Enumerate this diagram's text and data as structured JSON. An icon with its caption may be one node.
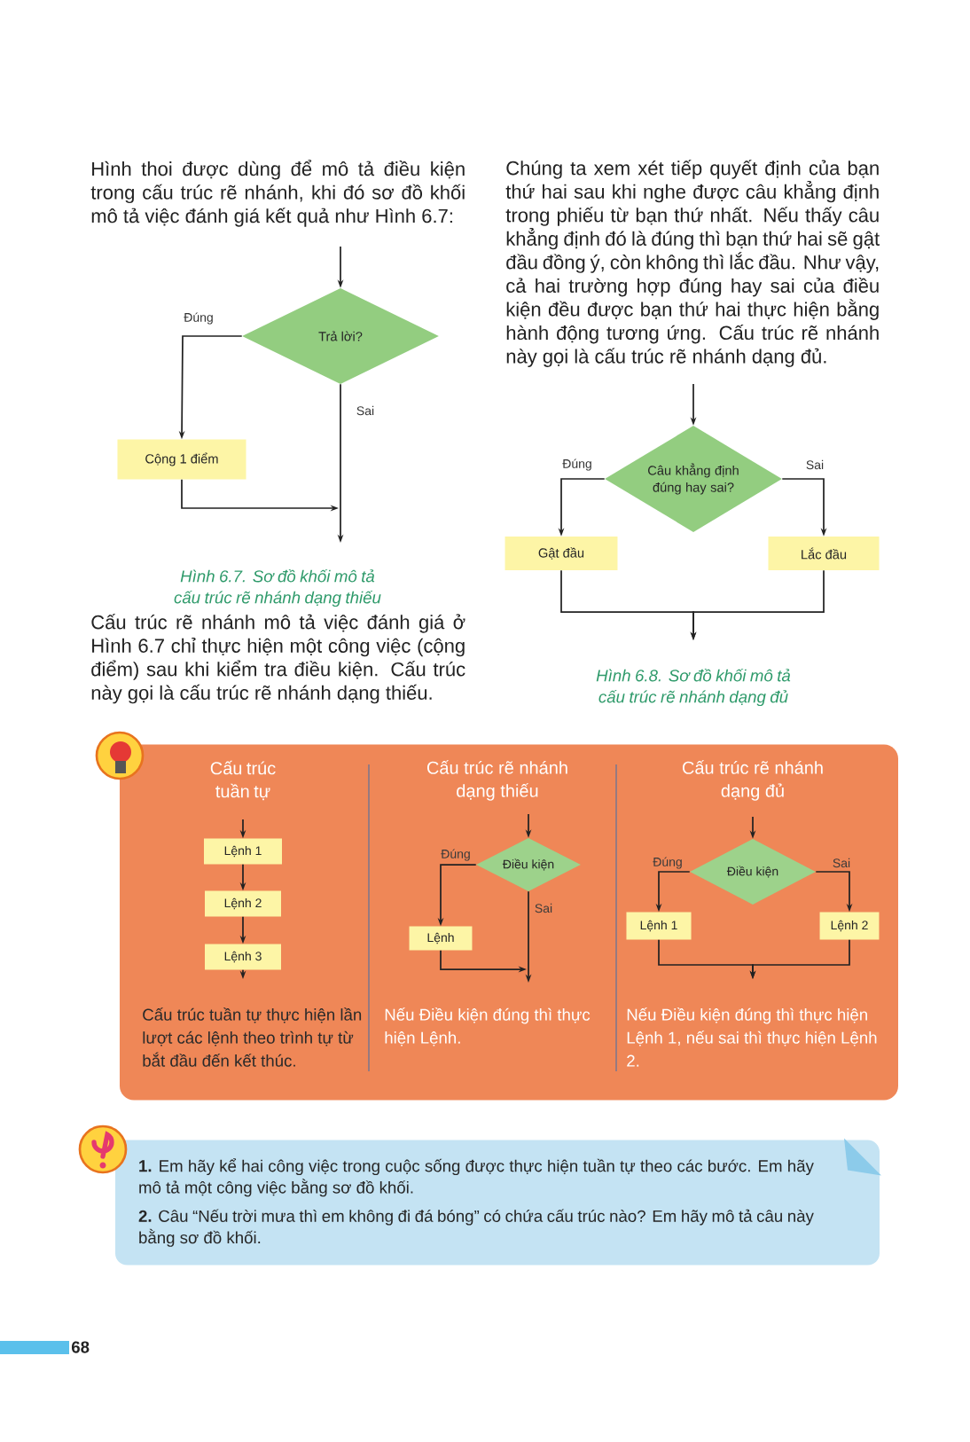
{
  "diagram": {
    "nodes": [
      {
        "text": [
          "Trả lời?"
        ]
      },
      {
        "text": [
          "Cộng 1 điểm"
        ]
      },
      {
        "text": [
          "Câu khẳng định đúng hay sai?"
        ]
      },
      {
        "text": [
          "Gật đầu"
        ]
      },
      {
        "text": [
          "Lắc đầu"
        ]
      },
      {
        "text": [],
        "shape": "box"
      },
      {
        "text": [
          "Lệnh 1"
        ],
        "in": 5
      },
      {
        "text": [
          "Lệnh 2"
        ],
        "in": 5
      },
      {
        "text": [
          "Lệnh 3"
        ],
        "in": 5
      },
      {
        "text": [
          "Điều kiện"
        ],
        "in": 5
      },
      {
        "text": [
          "Lệnh"
        ],
        "in": 5
      },
      {
        "text": [
          "Điều kiện"
        ],
        "in": 5
      },
      {
        "text": [
          "Lệnh 1"
        ],
        "in": 5
      },
      {
        "text": [
          "Lệnh 2"
        ],
        "in": 5
      },
      {
        "text": [
          "**1.** Em hãy kể hai công việc trong cuộc sống được thực hiện tuần tự theo các bước. Em hãy mô tả một công việc bằng sơ đồ khối.",
          "**2.** Câu “Nếu trời mưa thì em không đi đá bóng” có chứa cấu trúc nào? Em hãy mô tả câu này bằng sơ đồ khối."
        ]
      }
    ],
    "edges": [
      {
        "from": null,
        "to": 0,
        "arrow": "to"
      },
      {
        "from": 0,
        "to": 1,
        "arrow": "to",
        "label": "Đúng"
      },
      {
        "from": 0,
        "to": null,
        "arrow": "to",
        "label": "Sai"
      },
      {
        "from": 1,
        "to": null,
        "arrow": "to"
      },
      {
        "from": null,
        "to": 2,
        "arrow": "to"
      },
      {
        "from": 2,
        "to": 3,
        "arrow": "to",
        "label": "Đúng"
      },
      {
        "from": 2,
        "to": 4,
        "arrow": "to",
        "label": "Sai"
      },
      {
        "from": 3,
        "to": null,
        "arrow": "to"
      },
      {
        "from": 4,
        "to": null,
        "arrow": "to"
      },
      {
        "from": null,
        "to": 6,
        "arrow": "to"
      },
      {
        "from": 6,
        "to": 7,
        "arrow": "to"
      },
      {
        "from": 7,
        "to": 8,
        "arrow": "to"
      },
      {
        "from": 8,
        "to": null,
        "arrow": "to"
      },
      {
        "from": null,
        "to": 9,
        "arrow": "to"
      },
      {
        "from": 9,
        "to": 10,
        "arrow": "to",
        "label": "Đúng"
      },
      {
        "from": 9,
        "to": null,
        "arrow": "to",
        "label": "Sai"
      },
      {
        "from": 10,
        "to": null,
        "arrow": "to"
      },
      {
        "from": null,
        "to": 11,
        "arrow": "to"
      },
      {
        "from": 11,
        "to": 12,
        "arrow": "to",
        "label": "Đúng"
      },
      {
        "from": 11,
        "to": 13,
        "arrow": "to",
        "label": "Sai"
      },
      {
        "from": 12,
        "to": null,
        "arrow": "to"
      },
      {
        "from": 13,
        "to": null,
        "arrow": "to"
      }
    ],
    "labels": [
      "Hình thoi được dùng để mô tả điều kiện trong cấu trúc rẽ nhánh, khi đó sơ đồ khối mô tả việc đánh giá kết quả như Hình 6.7:",
      "Hình 6.7. Sơ đồ khối mô tả cấu trúc rẽ nhánh dạng thiếu",
      "Cấu trúc rẽ nhánh mô tả việc đánh giá ở Hình 6.7 chỉ thực hiện một công việc (cộng điểm) sau khi kiểm tra điều kiện. Cấu trúc này gọi là cấu trúc rẽ nhánh dạng thiếu.",
      "Chúng ta xem xét tiếp quyết định của bạn thứ hai sau khi nghe được câu khẳng định trong phiếu từ bạn thứ nhất. Nếu thấy câu khẳng định đó là đúng thì bạn thứ hai sẽ gật đầu đồng ý, còn không thì lắc đầu. Như vậy, cả hai trường hợp đúng hay sai của điều kiện đều được bạn thứ hai thực hiện bằng hành động tương ứng. Cấu trúc rẽ nhánh này gọi là cấu trúc rẽ nhánh dạng đủ.",
      "Hình 6.8. Sơ đồ khối mô tả cấu trúc rẽ nhánh dạng đủ",
      "Cấu trúc tuần tự",
      "Cấu trúc rẽ nhánh dạng thiếu",
      "Cấu trúc rẽ nhánh dạng đủ",
      "Cấu trúc tuần tự thực hiện lần lượt các lệnh theo trình tự từ bắt đầu đến kết thúc.",
      "Nếu Điều kiện đúng thì thực hiện Lệnh.",
      "Nếu Điều kiện đúng thì thực hiện Lệnh 1, nếu sai thì thực hiện Lệnh 2.",
      "68"
    ]
  }
}
